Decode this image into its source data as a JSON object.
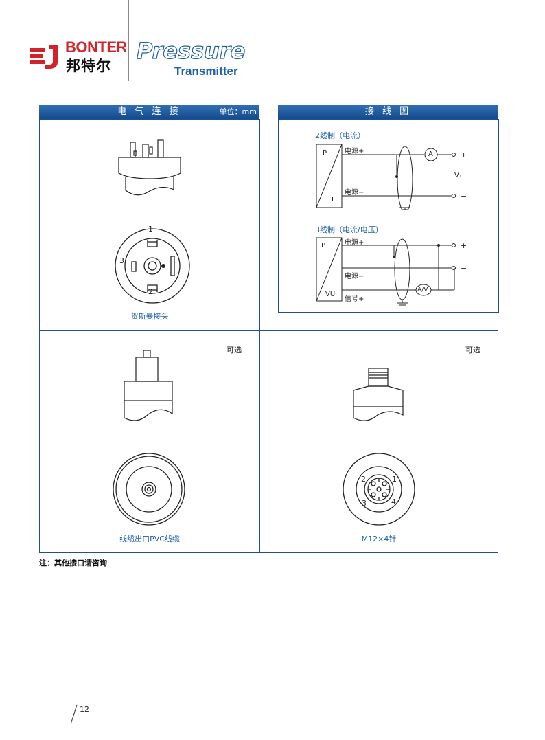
{
  "header": {
    "brand_en": "BONTER",
    "brand_cn": "邦特尔",
    "title_line1": "Pressure",
    "title_line2": "Transmitter"
  },
  "electrical": {
    "title": "电 气 连 接",
    "unit": "单位：mm",
    "din_caption": "贺斯曼接头",
    "din_pins": [
      "1",
      "2",
      "3"
    ],
    "cable_caption": "线缆出口PVC线缆",
    "cable_optional": "可选",
    "m12_caption": "M12×4针",
    "m12_optional": "可选",
    "m12_pins": [
      "1",
      "2",
      "3",
      "4"
    ]
  },
  "wiring": {
    "title": "接 线 图",
    "two_wire": {
      "label": "2线制（电流）",
      "box_top": "P",
      "box_bottom": "I",
      "power_plus": "电源+",
      "power_minus": "电源−",
      "ammeter": "A",
      "plus": "+",
      "minus": "−",
      "supply": "V₁"
    },
    "three_wire": {
      "label": "3线制（电流/电压）",
      "box_top": "P",
      "box_bottom": "VU",
      "power_plus": "电源+",
      "power_minus": "电源−",
      "signal_plus": "信号+",
      "meter": "A/V",
      "plus": "+",
      "minus": "−"
    }
  },
  "footer": {
    "note": "注：其他接口请咨询",
    "page_number": "12"
  },
  "colors": {
    "brand_red": "#d2232a",
    "brand_blue": "#1e5fa8",
    "bar_blue": "#1d5698"
  }
}
